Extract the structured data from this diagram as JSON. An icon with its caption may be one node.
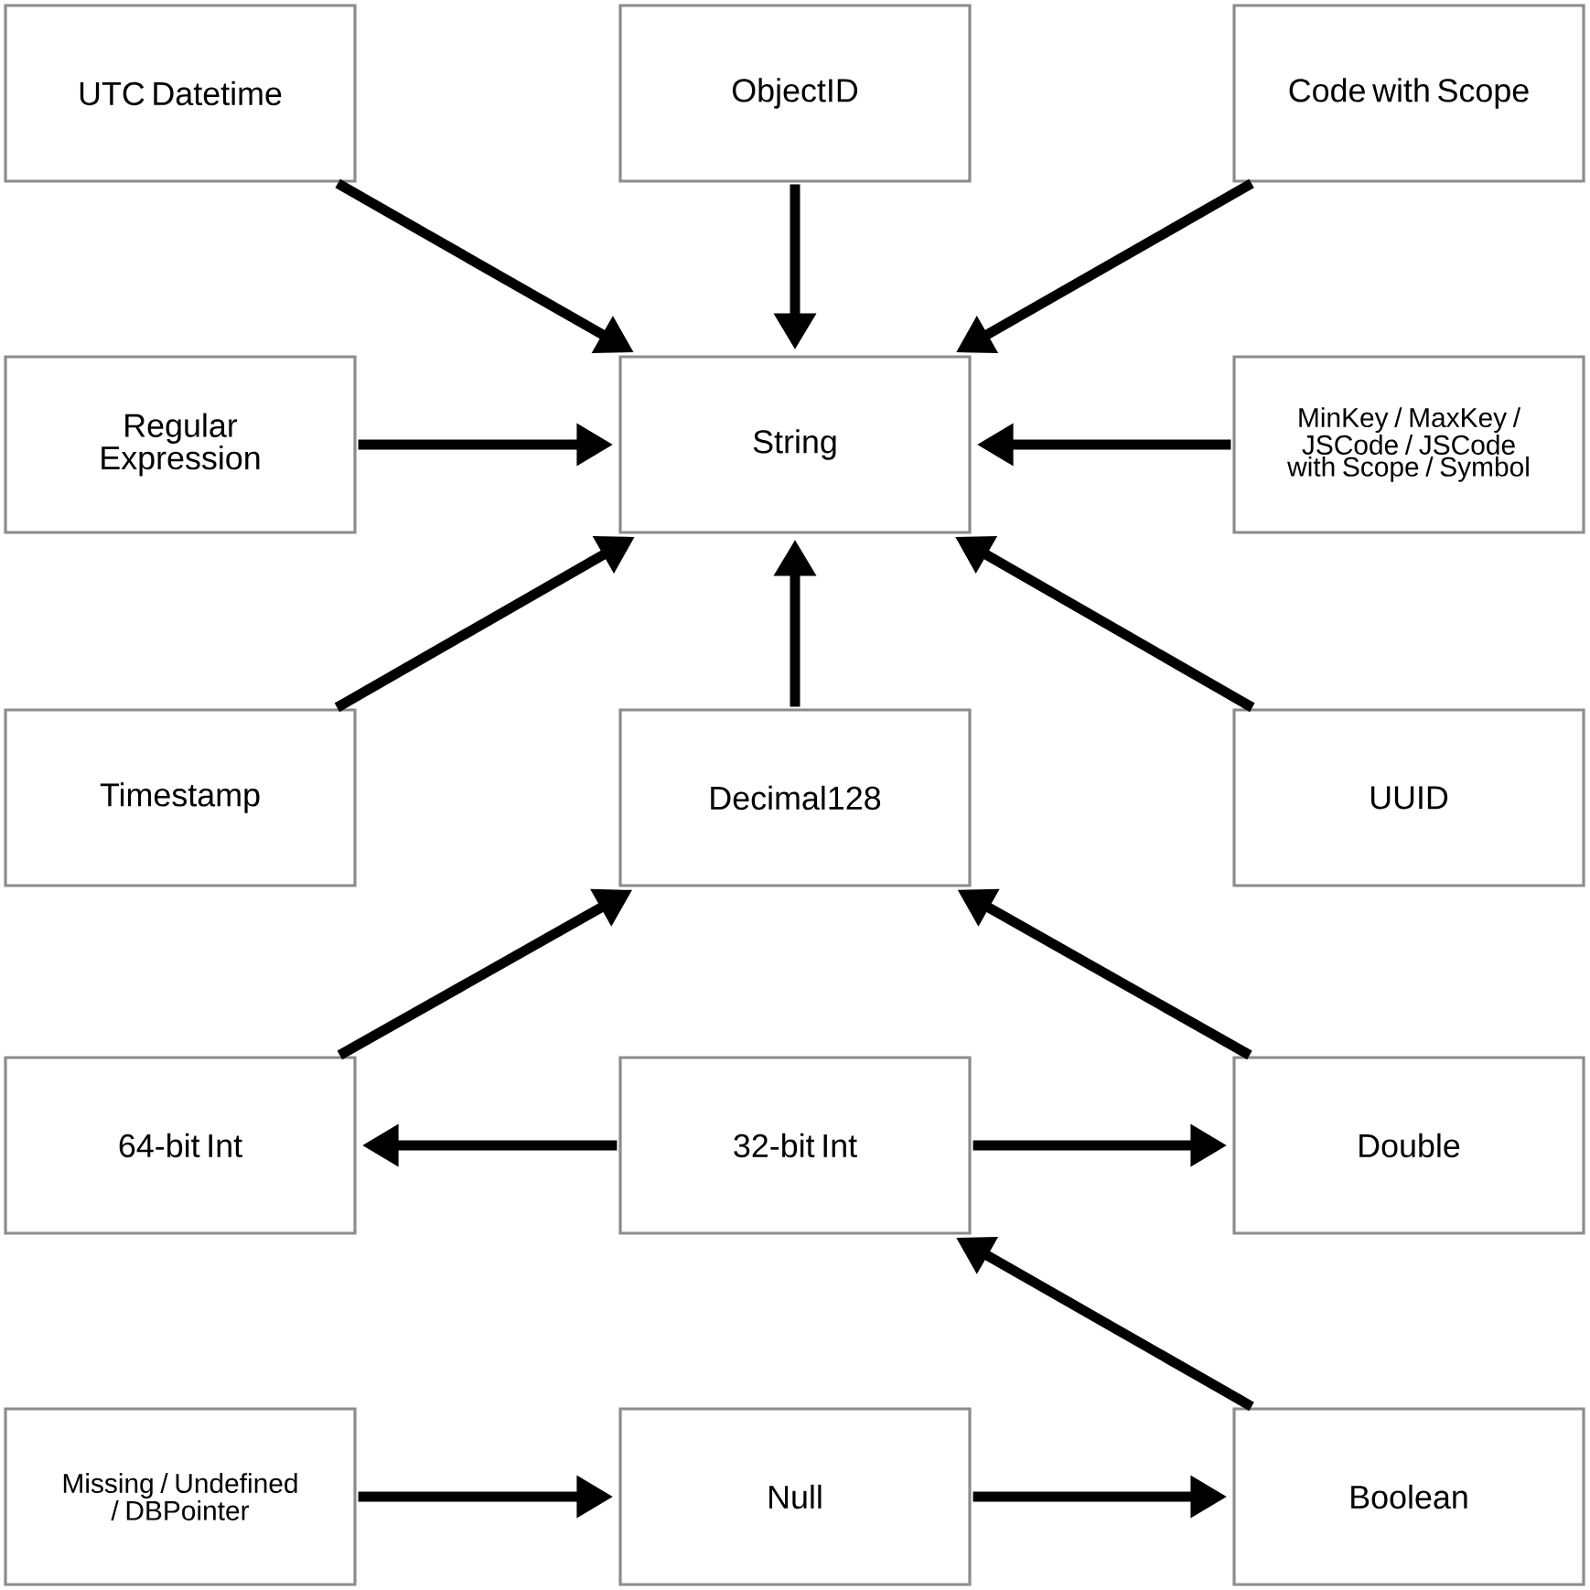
{
  "diagram": {
    "nodes": [
      {
        "text": [
          "UTC Datetime"
        ]
      },
      {
        "text": [
          "ObjectID"
        ]
      },
      {
        "text": [
          "Code with Scope"
        ]
      },
      {
        "text": [
          "Regular Expression"
        ]
      },
      {
        "text": [
          "String"
        ]
      },
      {
        "text": [
          "MinKey / MaxKey / JSCode / JSCode with Scope / Symbol"
        ]
      },
      {
        "text": [
          "Timestamp"
        ]
      },
      {
        "text": [
          "Decimal128"
        ]
      },
      {
        "text": [
          "UUID"
        ]
      },
      {
        "text": [
          "64-bit Int"
        ]
      },
      {
        "text": [
          "32-bit Int"
        ]
      },
      {
        "text": [
          "Double"
        ]
      },
      {
        "text": [
          "Missing / Undefined / DBPointer"
        ]
      },
      {
        "text": [
          "Null"
        ]
      },
      {
        "text": [
          "Boolean"
        ]
      }
    ],
    "edges": [
      {
        "from": 0,
        "to": 4,
        "arrow": "to"
      },
      {
        "from": 1,
        "to": 4,
        "arrow": "to"
      },
      {
        "from": 2,
        "to": 4,
        "arrow": "to"
      },
      {
        "from": 3,
        "to": 4,
        "arrow": "to"
      },
      {
        "from": 5,
        "to": 4,
        "arrow": "to"
      },
      {
        "from": 6,
        "to": 4,
        "arrow": "to"
      },
      {
        "from": 7,
        "to": 4,
        "arrow": "to"
      },
      {
        "from": 8,
        "to": 4,
        "arrow": "to"
      },
      {
        "from": 9,
        "to": 7,
        "arrow": "to"
      },
      {
        "from": 11,
        "to": 7,
        "arrow": "to"
      },
      {
        "from": 10,
        "to": 9,
        "arrow": "to"
      },
      {
        "from": 10,
        "to": 11,
        "arrow": "to"
      },
      {
        "from": 14,
        "to": 10,
        "arrow": "to"
      },
      {
        "from": 12,
        "to": 13,
        "arrow": "to"
      },
      {
        "from": 13,
        "to": 14,
        "arrow": "to"
      }
    ]
  }
}
